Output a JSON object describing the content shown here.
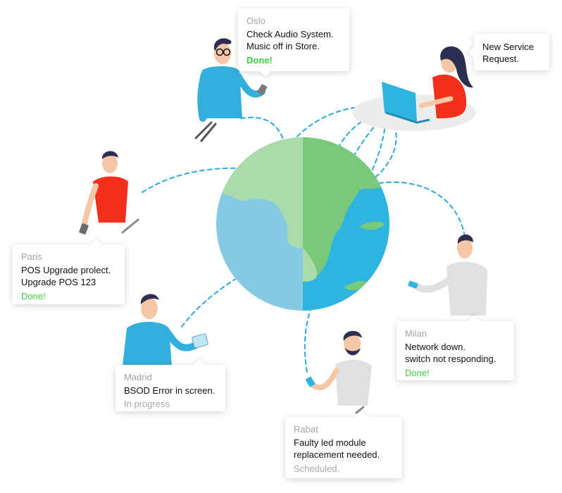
{
  "colors": {
    "connection": "#2ba8e2",
    "globe_ocean_light": "#86c9e3",
    "globe_ocean": "#2fb3df",
    "globe_land_light": "#a9dcaa",
    "globe_land": "#79c97b",
    "shirt_red": "#f3301b",
    "shirt_blue": "#32afdc",
    "shirt_gray": "#e0e0e0",
    "hair": "#2c2f52",
    "status_done": "#3bd33b",
    "status_muted": "#a8a8a8"
  },
  "cards": {
    "oslo": {
      "location": "Oslo",
      "message": "Check Audio System.\nMusic off in Store.",
      "status": "Done!"
    },
    "request": {
      "message": "New Service\nRequest."
    },
    "paris": {
      "location": "Paris",
      "message": "POS Upgrade prolect.\nUpgrade POS 123",
      "status": "Done!"
    },
    "madrid": {
      "location": "Madrid",
      "message": "BSOD Error in screen.",
      "status": "In progress"
    },
    "milan": {
      "location": "Milan",
      "message": "Network down.\nswitch not responding.",
      "status": "Done!"
    },
    "rabat": {
      "location": "Rabat",
      "message": "Faulty led module\nreplacement needed.",
      "status": "Scheduled."
    }
  },
  "icons": [
    "globe-icon",
    "laptop-icon",
    "phone-icon",
    "tablet-icon",
    "wrench-icon",
    "pliers-icon"
  ]
}
